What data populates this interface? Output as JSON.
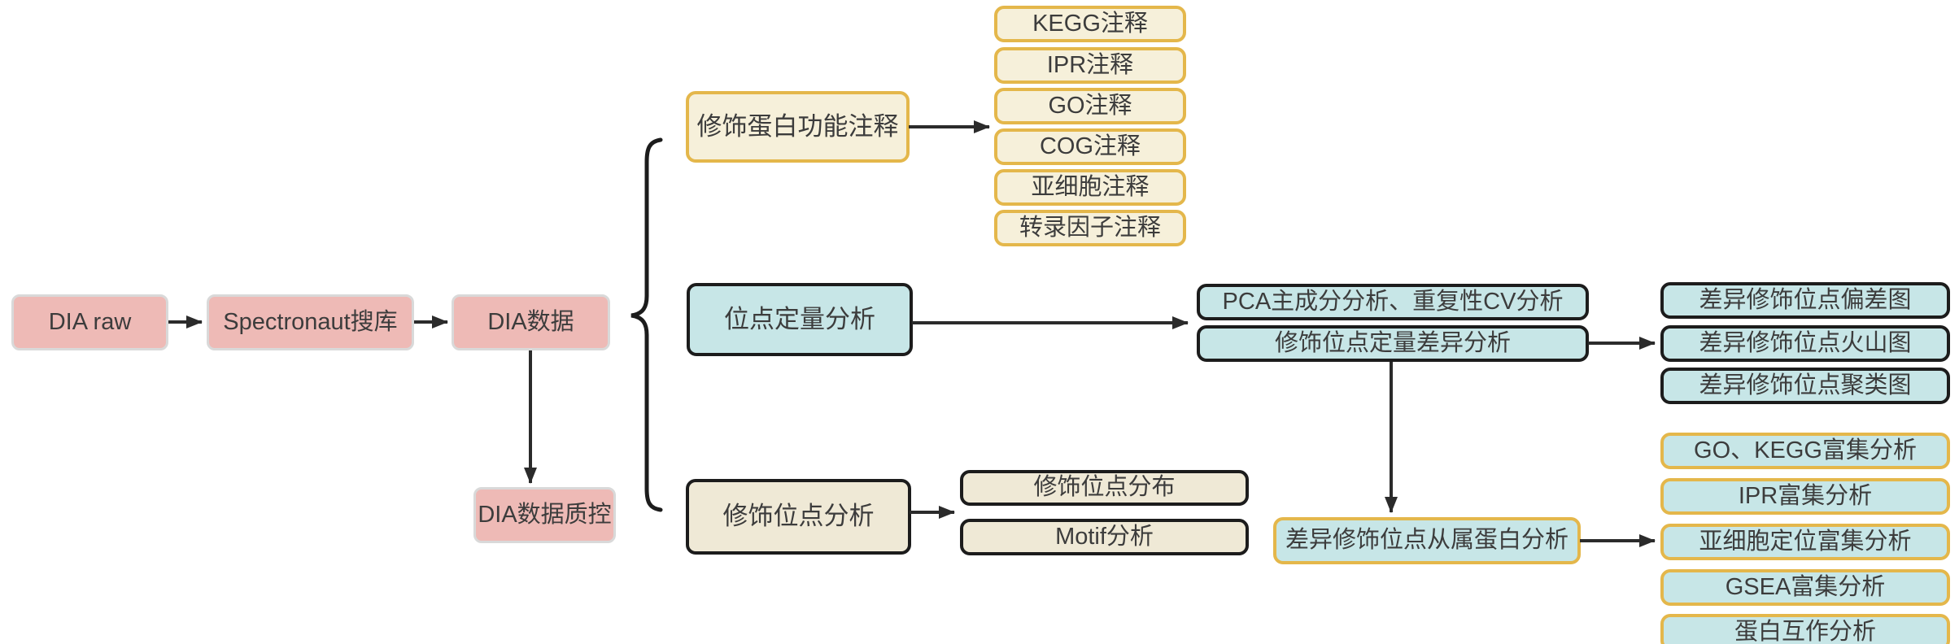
{
  "colors": {
    "background": "#ffffff",
    "pink_fill": "#eebab6",
    "pink_border": "#d9d9d9",
    "cream_fill": "#f6f0da",
    "beige_fill": "#efe9d6",
    "teal_fill": "#c7e6e7",
    "gold_border": "#e4b74b",
    "dark_border": "#1c1c1c",
    "text": "#3c3c3c",
    "arrow": "#2b2b2b"
  },
  "pipeline": {
    "dia_raw": "DIA raw",
    "spectronaut": "Spectronaut搜库",
    "dia_data": "DIA数据",
    "dia_qc": "DIA数据质控"
  },
  "branches": {
    "annotation": {
      "title": "修饰蛋白功能注释",
      "items": [
        "KEGG注释",
        "IPR注释",
        "GO注释",
        "COG注释",
        "亚细胞注释",
        "转录因子注释"
      ]
    },
    "quantification": {
      "title": "位点定量分析",
      "steps": [
        "PCA主成分分析、重复性CV分析",
        "修饰位点定量差异分析"
      ],
      "diff_plots": [
        "差异修饰位点偏差图",
        "差异修饰位点火山图",
        "差异修饰位点聚类图"
      ],
      "diff_protein": "差异修饰位点从属蛋白分析",
      "enrichment": [
        "GO、KEGG富集分析",
        "IPR富集分析",
        "亚细胞定位富集分析",
        "GSEA富集分析",
        "蛋白互作分析"
      ]
    },
    "site": {
      "title": "修饰位点分析",
      "items": [
        "修饰位点分布",
        "Motif分析"
      ]
    }
  }
}
